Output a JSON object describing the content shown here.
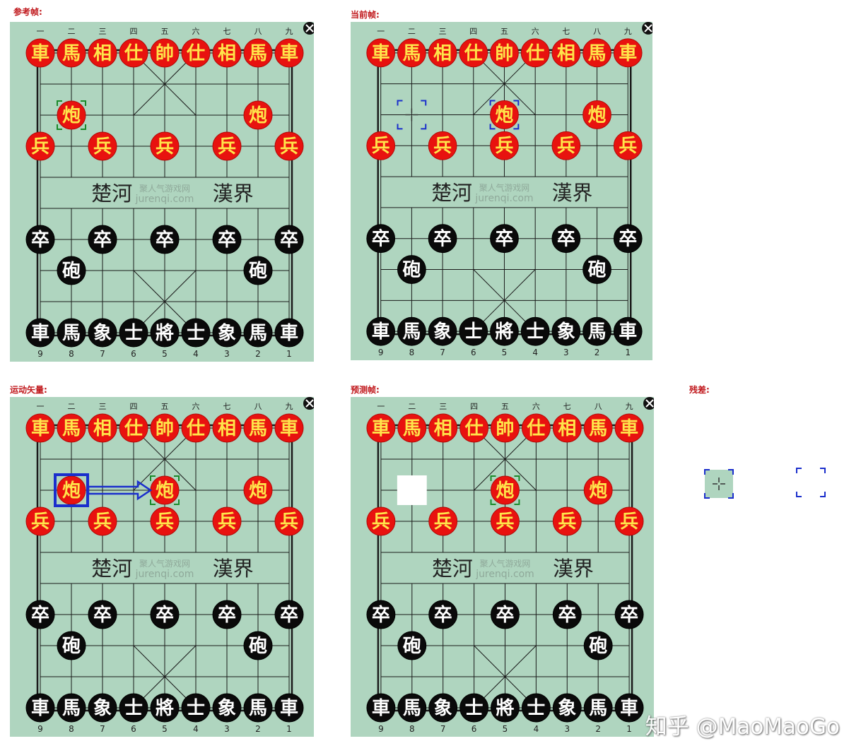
{
  "panels": [
    {
      "key": "reference",
      "title": "参考帧:"
    },
    {
      "key": "current",
      "title": "当前帧:"
    },
    {
      "key": "motion",
      "title": "运动矢量:"
    },
    {
      "key": "predicted",
      "title": "预测帧:"
    },
    {
      "key": "residual",
      "title": "残差:"
    }
  ],
  "board": {
    "top_labels": [
      "一",
      "二",
      "三",
      "四",
      "五",
      "六",
      "七",
      "八",
      "九"
    ],
    "bottom_labels": [
      "9",
      "8",
      "7",
      "6",
      "5",
      "4",
      "3",
      "2",
      "1"
    ],
    "river_left": "楚河",
    "river_right": "漢界",
    "river_watermark_line1": "聚人气游戏网",
    "river_watermark_line2": "jurenqi.com",
    "colors": {
      "background": "#afd5bf",
      "line": "#1a1a1a",
      "red_piece": "#e8120f",
      "red_text": "#ffe44a",
      "black_piece": "#0a0a0a",
      "black_text": "#ffffff",
      "marker_blue": "#1a2ecc",
      "marker_green": "#1a8a2a"
    }
  },
  "pieces": {
    "red_back": [
      "車",
      "馬",
      "相",
      "仕",
      "帥",
      "仕",
      "相",
      "馬",
      "車"
    ],
    "red_cannon": "炮",
    "red_soldier": "兵",
    "black_back": [
      "車",
      "馬",
      "象",
      "士",
      "將",
      "士",
      "象",
      "馬",
      "車"
    ],
    "black_cannon": "砲",
    "black_soldier": "卒"
  },
  "states": {
    "reference": {
      "red_cannons": [
        {
          "file": 1,
          "rank": 2
        },
        {
          "file": 7,
          "rank": 2
        }
      ],
      "green_marker": {
        "file": 1,
        "rank": 2
      }
    },
    "current": {
      "red_cannons": [
        {
          "file": 4,
          "rank": 2
        },
        {
          "file": 7,
          "rank": 2
        }
      ],
      "blue_markers": [
        {
          "file": 1,
          "rank": 2
        },
        {
          "file": 4,
          "rank": 2
        }
      ],
      "crosshair": {
        "file": 1,
        "rank": 2
      }
    },
    "motion": {
      "red_cannons": [
        {
          "file": 1,
          "rank": 2
        },
        {
          "file": 4,
          "rank": 2
        },
        {
          "file": 7,
          "rank": 2
        }
      ],
      "blue_box": {
        "file": 1,
        "rank": 2
      },
      "arrow_from": {
        "file": 1,
        "rank": 2
      },
      "arrow_to": {
        "file": 4,
        "rank": 2
      },
      "green_marker": {
        "file": 4,
        "rank": 2
      }
    },
    "predicted": {
      "red_cannons": [
        {
          "file": 4,
          "rank": 2
        },
        {
          "file": 7,
          "rank": 2
        }
      ],
      "white_block": {
        "file": 1,
        "rank": 2
      },
      "green_marker": {
        "file": 4,
        "rank": 2
      }
    }
  },
  "watermark": "知乎 @MaoMaoGo"
}
